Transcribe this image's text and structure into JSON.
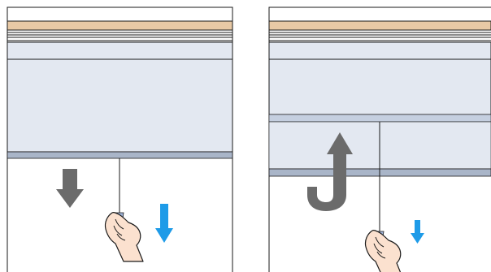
{
  "colors": {
    "background": "#ffffff",
    "frame_line": "#1a1a1a",
    "wood_valance": "#e8c9a5",
    "shade_fabric": "#e3e8f1",
    "shade_bar": "#c5cfe0",
    "shade_rail": "#a9b5c8",
    "gray_arrow": "#6b6b6b",
    "blue_arrow": "#1e9be8",
    "skin": "#fbe1cf",
    "cord_pull": "#9fb3d8"
  },
  "icons": {
    "left_primary": "arrow-down-icon",
    "left_secondary": "arrow-down-icon",
    "right_primary": "arrow-up-return-icon",
    "right_secondary": "arrow-down-icon",
    "hand": "hand-pulling-cord-icon"
  },
  "panels": [
    {
      "state": "shade-lowered",
      "primary_motion": "down",
      "pull_direction": "down"
    },
    {
      "state": "shade-raised",
      "primary_motion": "up",
      "pull_direction": "down"
    }
  ]
}
